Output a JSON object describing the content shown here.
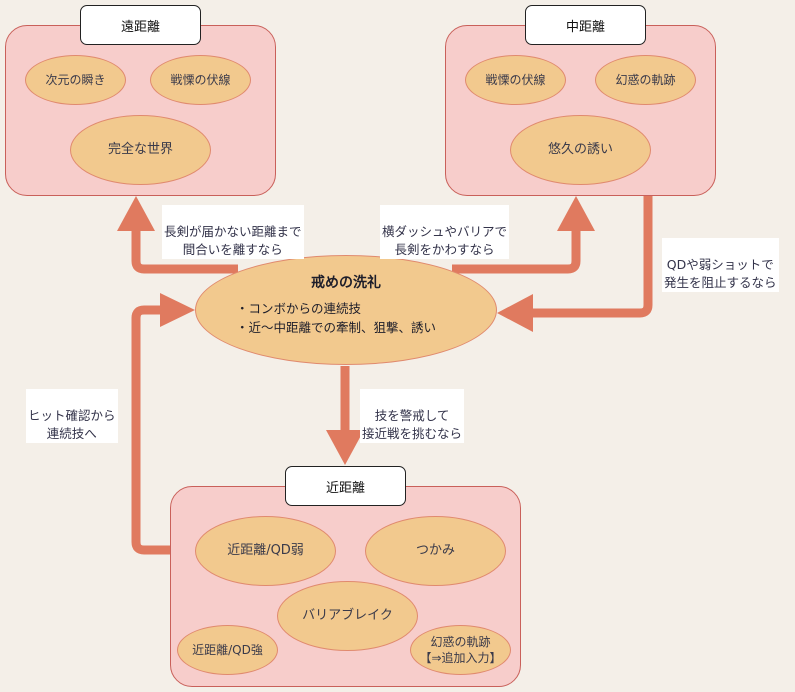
{
  "colors": {
    "background": "#f4efe8",
    "group_fill": "#f7cdcb",
    "group_border": "#c9605a",
    "node_fill": "#f2c98e",
    "node_border": "#e08a6e",
    "arrow": "#e07a5f"
  },
  "groups": {
    "far": {
      "title": "遠距離",
      "nodes": [
        "次元の瞬き",
        "戦慄の伏線",
        "完全な世界"
      ]
    },
    "mid": {
      "title": "中距離",
      "nodes": [
        "戦慄の伏線",
        "幻惑の軌跡",
        "悠久の誘い"
      ]
    },
    "close": {
      "title": "近距離",
      "nodes": [
        "近距離/QD弱",
        "つかみ",
        "バリアブレイク",
        "近距離/QD強",
        "幻惑の軌跡\n【⇒追加入力】"
      ]
    }
  },
  "center": {
    "title": "戒めの洗礼",
    "points": [
      "・コンボからの連続技",
      "・近～中距離での牽制、狙撃、誘い"
    ]
  },
  "edges": [
    {
      "from": "center",
      "to": "far",
      "label": "長剣が届かない距離まで\n間合いを離すなら"
    },
    {
      "from": "center",
      "to": "mid",
      "label": "横ダッシュやバリアで\n長剣をかわすなら"
    },
    {
      "from": "mid",
      "to": "center",
      "label": "QDや弱ショットで\n発生を阻止するなら"
    },
    {
      "from": "center",
      "to": "close",
      "label": "技を警戒して\n接近戦を挑むなら"
    },
    {
      "from": "close",
      "to": "center",
      "label": "ヒット確認から\n連続技へ"
    }
  ]
}
